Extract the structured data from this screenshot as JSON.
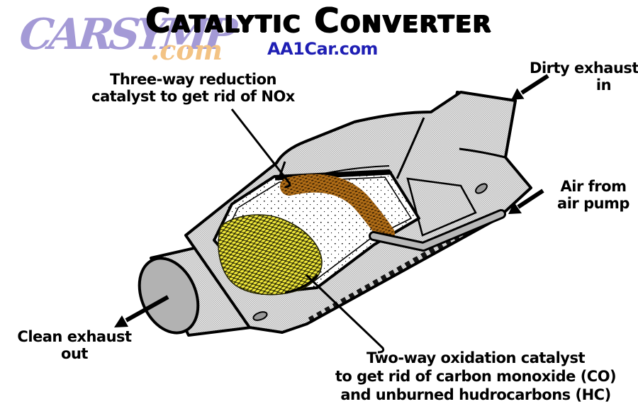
{
  "title": {
    "text": "Catalytic Converter"
  },
  "branding": {
    "watermark": "CARSYMP",
    "watermark_suffix": ".com",
    "watermark_color": "#9184ce",
    "watermark_suffix_color": "#f3c384",
    "site": "AA1Car.com",
    "site_color": "#1f1fb4"
  },
  "labels": {
    "three_way": {
      "line1": "Three-way reduction",
      "line2": "catalyst to get rid of NOx"
    },
    "dirty_exhaust": {
      "line1": "Dirty exhaust",
      "line2": "in"
    },
    "air_pump": {
      "line1": "Air from",
      "line2": "air pump"
    },
    "clean_exhaust": {
      "line1": "Clean exhaust",
      "line2": "out"
    },
    "two_way": {
      "line1": "Two-way oxidation catalyst",
      "line2": "to get rid of carbon monoxide (CO)",
      "line3": "and unburned hudrocarbons (HC)"
    }
  },
  "diagram": {
    "subject": "catalytic converter cutaway",
    "colors": {
      "outline": "#000000",
      "body_dither_gray": "#cfcfcf",
      "interior_white": "#ffffff",
      "catalyst_yellow": "#f1e93a",
      "catalyst_brown": "#b06d17",
      "air_tube_gray": "#b8b8b8",
      "pipe_cap_gray": "#b2b2b2"
    },
    "parts": [
      "outlet pipe",
      "converter shell",
      "inlet pipe",
      "cutaway window",
      "two-way oxidation catalyst (yellow)",
      "three-way reduction catalyst (brown)",
      "air pump tube",
      "mounting flange"
    ]
  }
}
